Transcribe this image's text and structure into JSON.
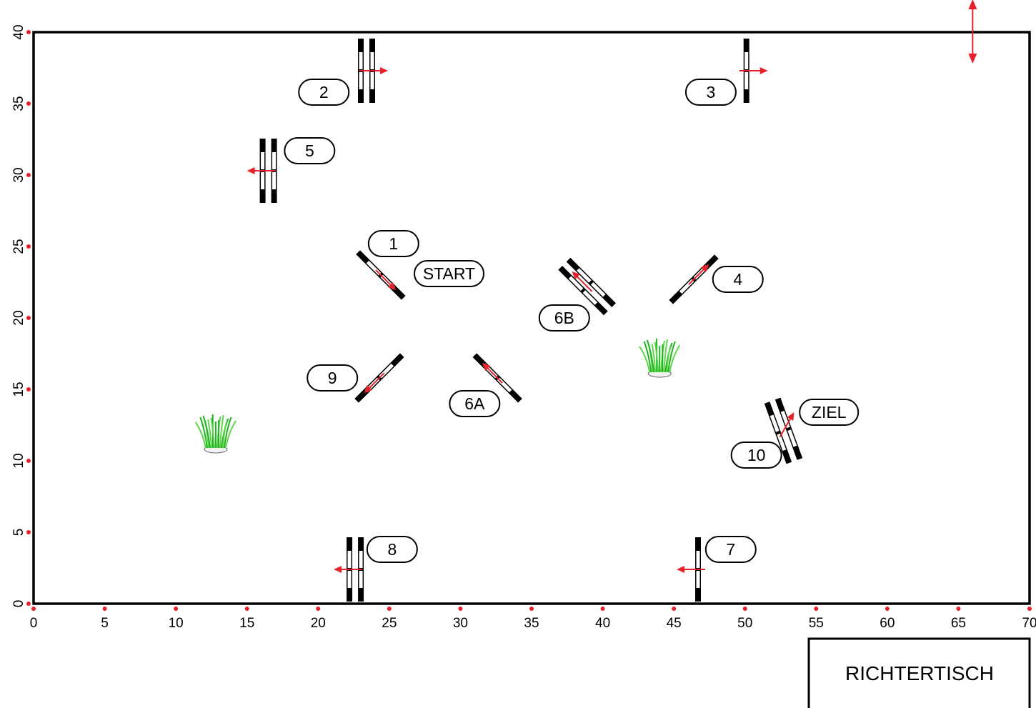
{
  "chart_data": {
    "type": "scatter",
    "xlim": [
      0,
      70
    ],
    "ylim": [
      0,
      40
    ],
    "x_ticks": [
      0,
      5,
      10,
      15,
      20,
      25,
      30,
      35,
      40,
      45,
      50,
      55,
      60,
      65,
      70
    ],
    "y_ticks": [
      0,
      5,
      10,
      15,
      20,
      25,
      30,
      35,
      40
    ],
    "grid": false,
    "obstacles": [
      {
        "id": "start-1",
        "x": 24.4,
        "y": 23.0,
        "angle": -45,
        "bars": 1,
        "arrow": 225
      },
      {
        "id": "2",
        "x": 23.4,
        "y": 37.3,
        "angle": 0,
        "bars": 2,
        "arrow": 0
      },
      {
        "id": "3",
        "x": 50.1,
        "y": 37.3,
        "angle": 0,
        "bars": 1,
        "arrow": 0
      },
      {
        "id": "4",
        "x": 46.4,
        "y": 22.7,
        "angle": 45,
        "bars": 1,
        "arrow": 135
      },
      {
        "id": "5",
        "x": 16.5,
        "y": 30.3,
        "angle": 0,
        "bars": 2,
        "arrow": 180
      },
      {
        "id": "6A",
        "x": 32.6,
        "y": 15.8,
        "angle": -45,
        "bars": 1,
        "arrow": 45
      },
      {
        "id": "6B",
        "x": 38.9,
        "y": 22.2,
        "angle": -45,
        "bars": 2,
        "arrow": 45
      },
      {
        "id": "7",
        "x": 46.7,
        "y": 2.4,
        "angle": 0,
        "bars": 1,
        "arrow": 180
      },
      {
        "id": "8",
        "x": 22.6,
        "y": 2.4,
        "angle": 0,
        "bars": 2,
        "arrow": 180
      },
      {
        "id": "9",
        "x": 24.3,
        "y": 15.8,
        "angle": 45,
        "bars": 1,
        "arrow": -45
      },
      {
        "id": "10-ziel",
        "x": 52.7,
        "y": 12.1,
        "angle": -20,
        "bars": 2,
        "arrow": 20
      }
    ],
    "labels": [
      {
        "text": "1",
        "x": 25.3,
        "y": 25.2
      },
      {
        "text": "START",
        "x": 29.2,
        "y": 23.1
      },
      {
        "text": "2",
        "x": 20.4,
        "y": 35.8
      },
      {
        "text": "3",
        "x": 47.6,
        "y": 35.8
      },
      {
        "text": "4",
        "x": 49.5,
        "y": 22.7
      },
      {
        "text": "5",
        "x": 19.4,
        "y": 31.7
      },
      {
        "text": "6A",
        "x": 31.0,
        "y": 14.0
      },
      {
        "text": "6B",
        "x": 37.3,
        "y": 20.0
      },
      {
        "text": "7",
        "x": 49.0,
        "y": 3.8
      },
      {
        "text": "8",
        "x": 25.2,
        "y": 3.8
      },
      {
        "text": "9",
        "x": 21.0,
        "y": 15.8
      },
      {
        "text": "10",
        "x": 50.8,
        "y": 10.4
      },
      {
        "text": "ZIEL",
        "x": 55.9,
        "y": 13.4
      }
    ],
    "plants": [
      {
        "x": 12.8,
        "y": 11.5
      },
      {
        "x": 44.0,
        "y": 16.8
      }
    ],
    "north_arrow": {
      "x": 66.0,
      "y": 40.7
    }
  },
  "judge_table": {
    "label": "RICHTERTISCH"
  }
}
